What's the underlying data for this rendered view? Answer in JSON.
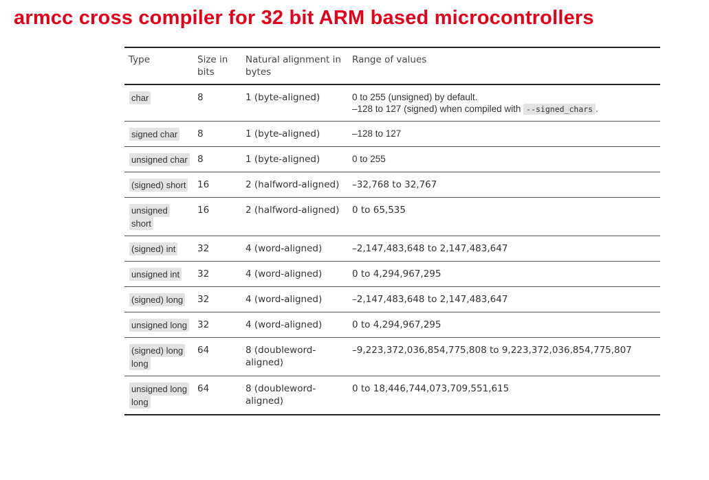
{
  "slide": {
    "title": "armcc cross compiler for 32 bit ARM based microcontrollers"
  },
  "table": {
    "headers": {
      "type": "Type",
      "size": "Size in bits",
      "alignment": "Natural alignment in bytes",
      "range": "Range of values"
    },
    "rows": [
      {
        "type": "char",
        "size": "8",
        "alignment": "1 (byte-aligned)",
        "range_line1": "0 to 255 (unsigned) by default.",
        "range_line2_prefix": "–128 to 127 (signed) when compiled with ",
        "range_code": "--signed_chars",
        "range_suffix": "."
      },
      {
        "type": "signed char",
        "size": "8",
        "alignment": "1 (byte-aligned)",
        "range": "–128 to 127"
      },
      {
        "type": "unsigned char",
        "size": "8",
        "alignment": "1 (byte-aligned)",
        "range": "0 to 255"
      },
      {
        "type": "(signed) short",
        "size": "16",
        "alignment": "2 (halfword-aligned)",
        "range": "–32,768 to 32,767"
      },
      {
        "type": "unsigned short",
        "size": "16",
        "alignment": "2 (halfword-aligned)",
        "range": "0 to 65,535"
      },
      {
        "type": "(signed) int",
        "size": "32",
        "alignment": "4 (word-aligned)",
        "range": "–2,147,483,648 to 2,147,483,647"
      },
      {
        "type": "unsigned int",
        "size": "32",
        "alignment": "4 (word-aligned)",
        "range": "0 to 4,294,967,295"
      },
      {
        "type": "(signed) long",
        "size": "32",
        "alignment": "4 (word-aligned)",
        "range": "–2,147,483,648 to 2,147,483,647"
      },
      {
        "type": "unsigned long",
        "size": "32",
        "alignment": "4 (word-aligned)",
        "range": "0 to 4,294,967,295"
      },
      {
        "type": "(signed) long long",
        "size": "64",
        "alignment": "8 (doubleword-aligned)",
        "range": "–9,223,372,036,854,775,808 to 9,223,372,036,854,775,807"
      },
      {
        "type": "unsigned long long",
        "size": "64",
        "alignment": "8 (doubleword-aligned)",
        "range": "0 to 18,446,744,073,709,551,615"
      }
    ]
  },
  "colors": {
    "title": "#e3001b",
    "badge_background": "#e3e3e3",
    "rule": "#222222"
  }
}
